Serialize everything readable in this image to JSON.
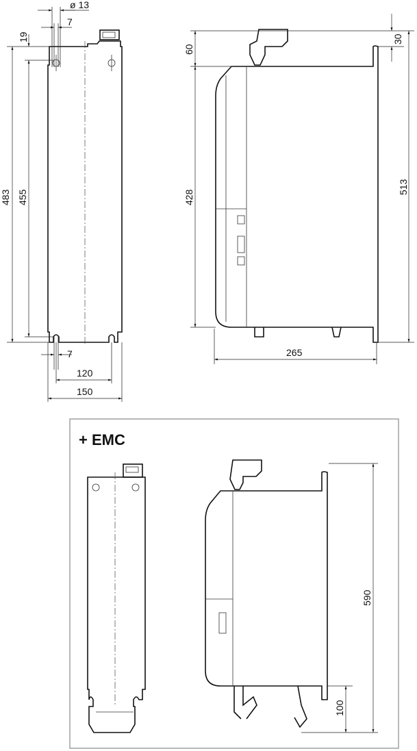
{
  "drawing": {
    "front_view": {
      "dia_hole": "ø 13",
      "slot_width_top": "7",
      "hole_offset": "19",
      "height_total": "483",
      "hole_spacing": "455",
      "slot_width_bottom": "7",
      "hole_pitch": "120",
      "width": "150"
    },
    "side_view": {
      "connector_height": "60",
      "body_height": "428",
      "depth": "265",
      "flange_offset": "30",
      "height_total": "513"
    },
    "emc_variant": {
      "title": "+ EMC",
      "height_total": "590",
      "bottom_extension": "100"
    },
    "colors": {
      "line": "#111111",
      "frame": "#888888"
    }
  }
}
